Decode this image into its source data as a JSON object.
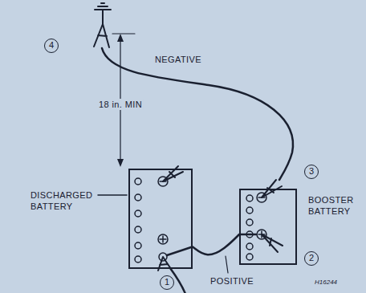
{
  "diagram": {
    "nodes": [
      {
        "text": [
          "DISCHARGED BATTERY"
        ]
      },
      {
        "text": [
          "BOOSTER BATTERY"
        ]
      }
    ],
    "edges": [
      {
        "from": 0,
        "to": 1,
        "label": "POSITIVE",
        "arrow": "none"
      }
    ],
    "labels": [
      "4",
      "NEGATIVE",
      "18 in. MIN",
      "3",
      "2",
      "1",
      "H16244"
    ]
  }
}
